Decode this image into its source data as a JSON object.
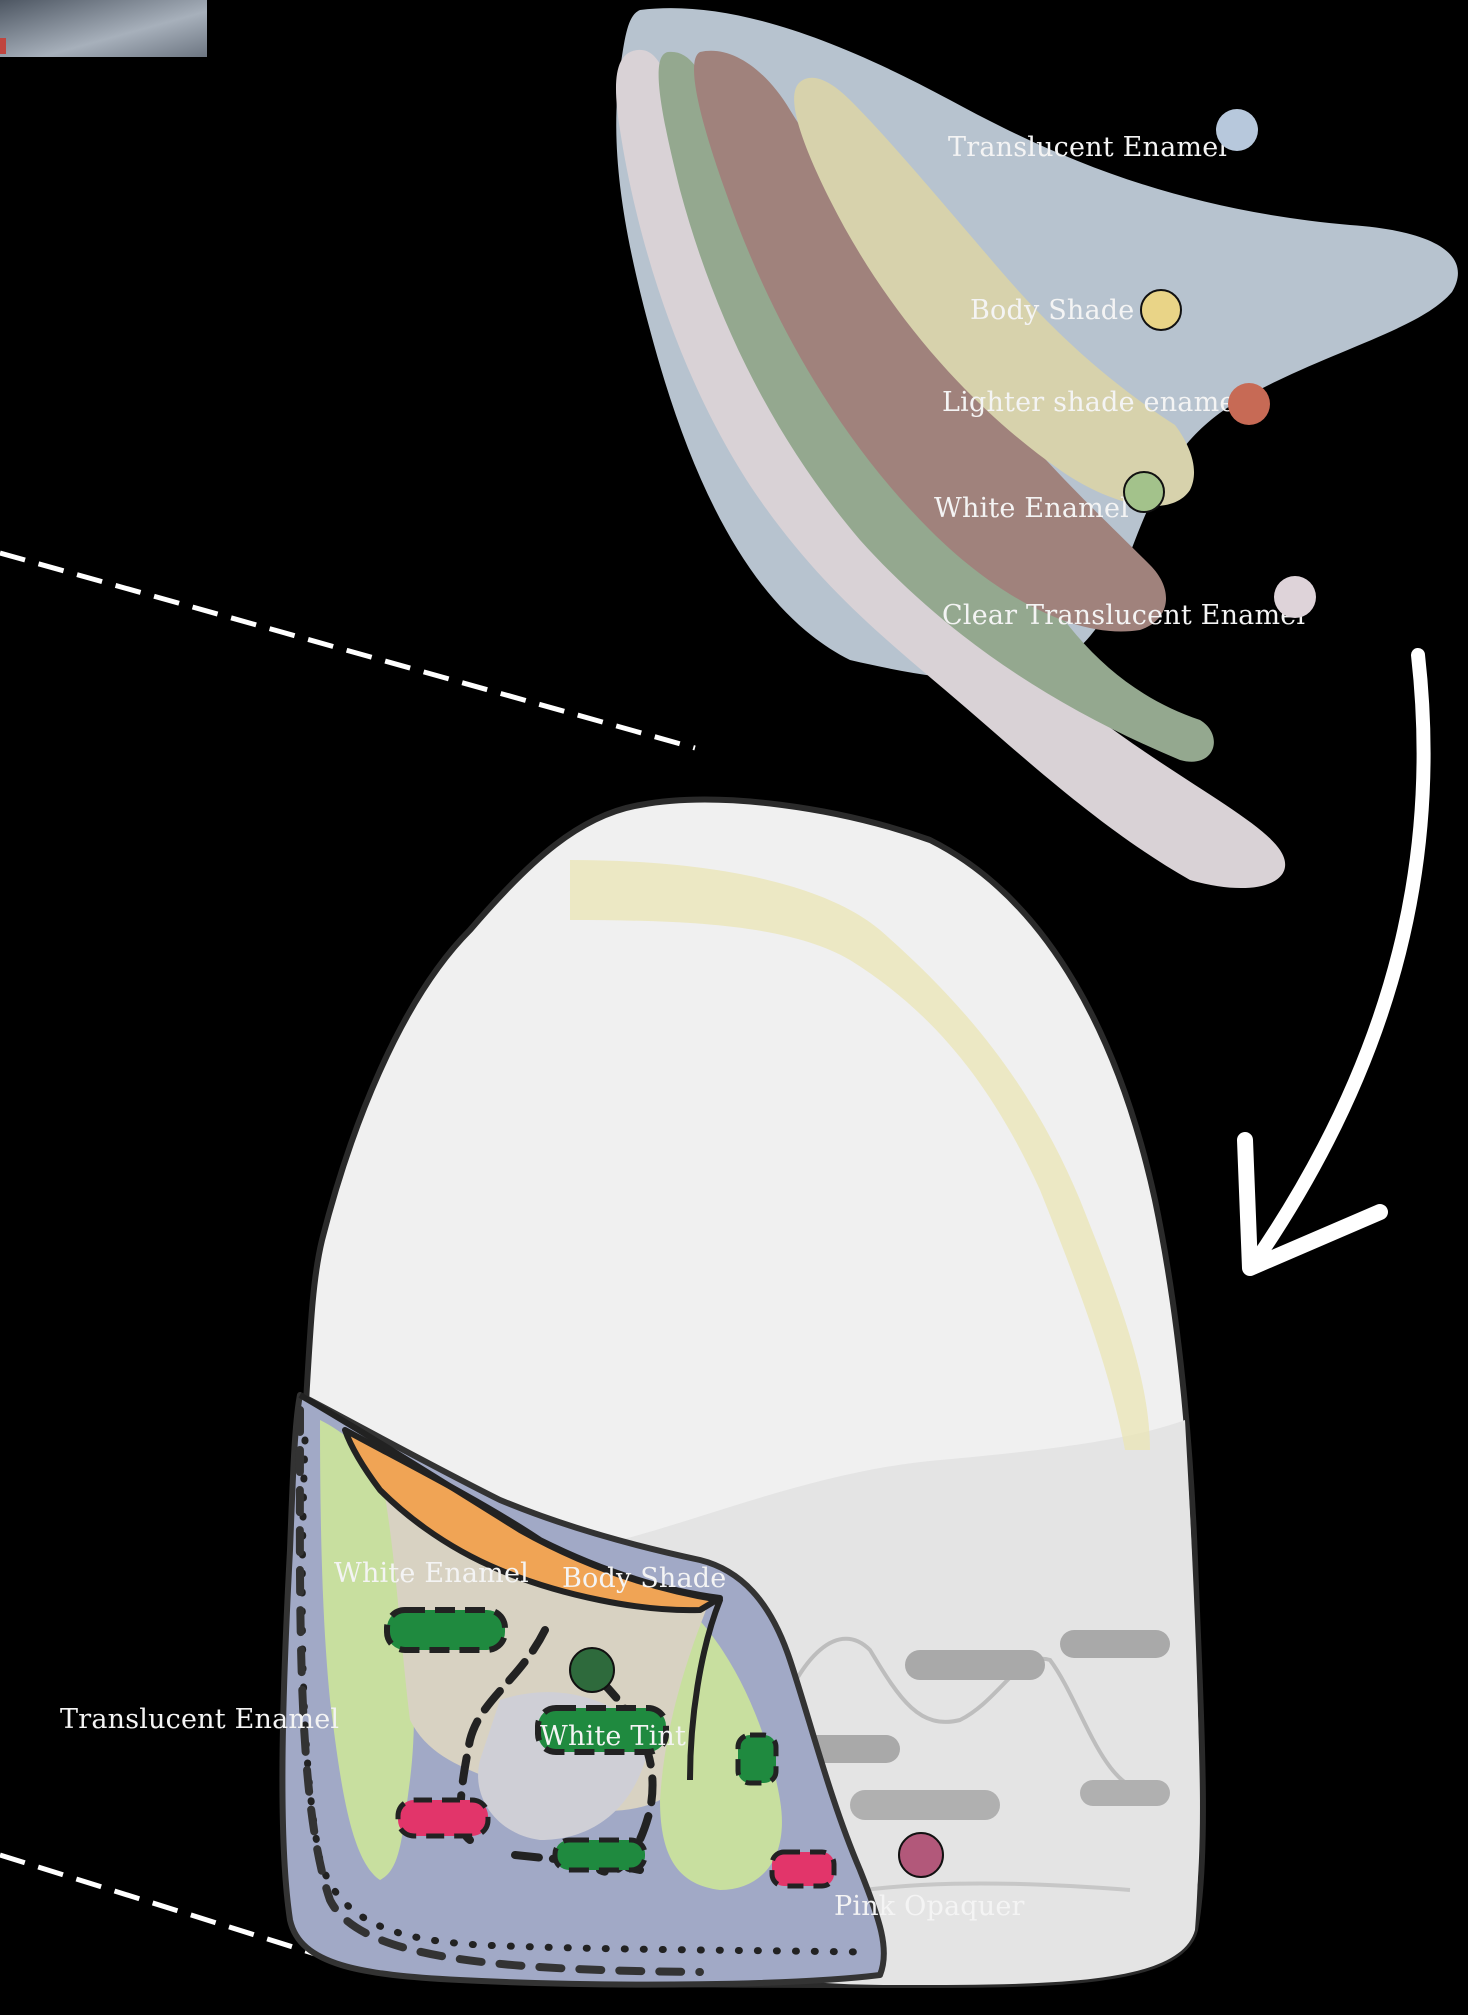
{
  "top_diagram": {
    "legend": [
      {
        "label": "Translucent Enamel",
        "color": "#b7c8dc",
        "stroked": false
      },
      {
        "label": "Body Shade",
        "color": "#e9d487",
        "stroked": true
      },
      {
        "label": "Lighter shade enamel",
        "color": "#c76a55",
        "stroked": false
      },
      {
        "label": "White Enamel",
        "color": "#a3c28b",
        "stroked": true
      },
      {
        "label": "Clear Translucent Enamel",
        "color": "#ded3d9",
        "stroked": false
      }
    ]
  },
  "bottom_diagram": {
    "labels": {
      "white_enamel": "White Enamel",
      "body_shade": "Body Shade",
      "translucent_enamel": "Translucent Enamel",
      "white_tint": "White Tint",
      "pink_opaquer": "Pink Opaquer"
    },
    "markers": {
      "white_tint_color": "#2e6a3c",
      "pink_opaquer_color": "#b2587a"
    }
  }
}
